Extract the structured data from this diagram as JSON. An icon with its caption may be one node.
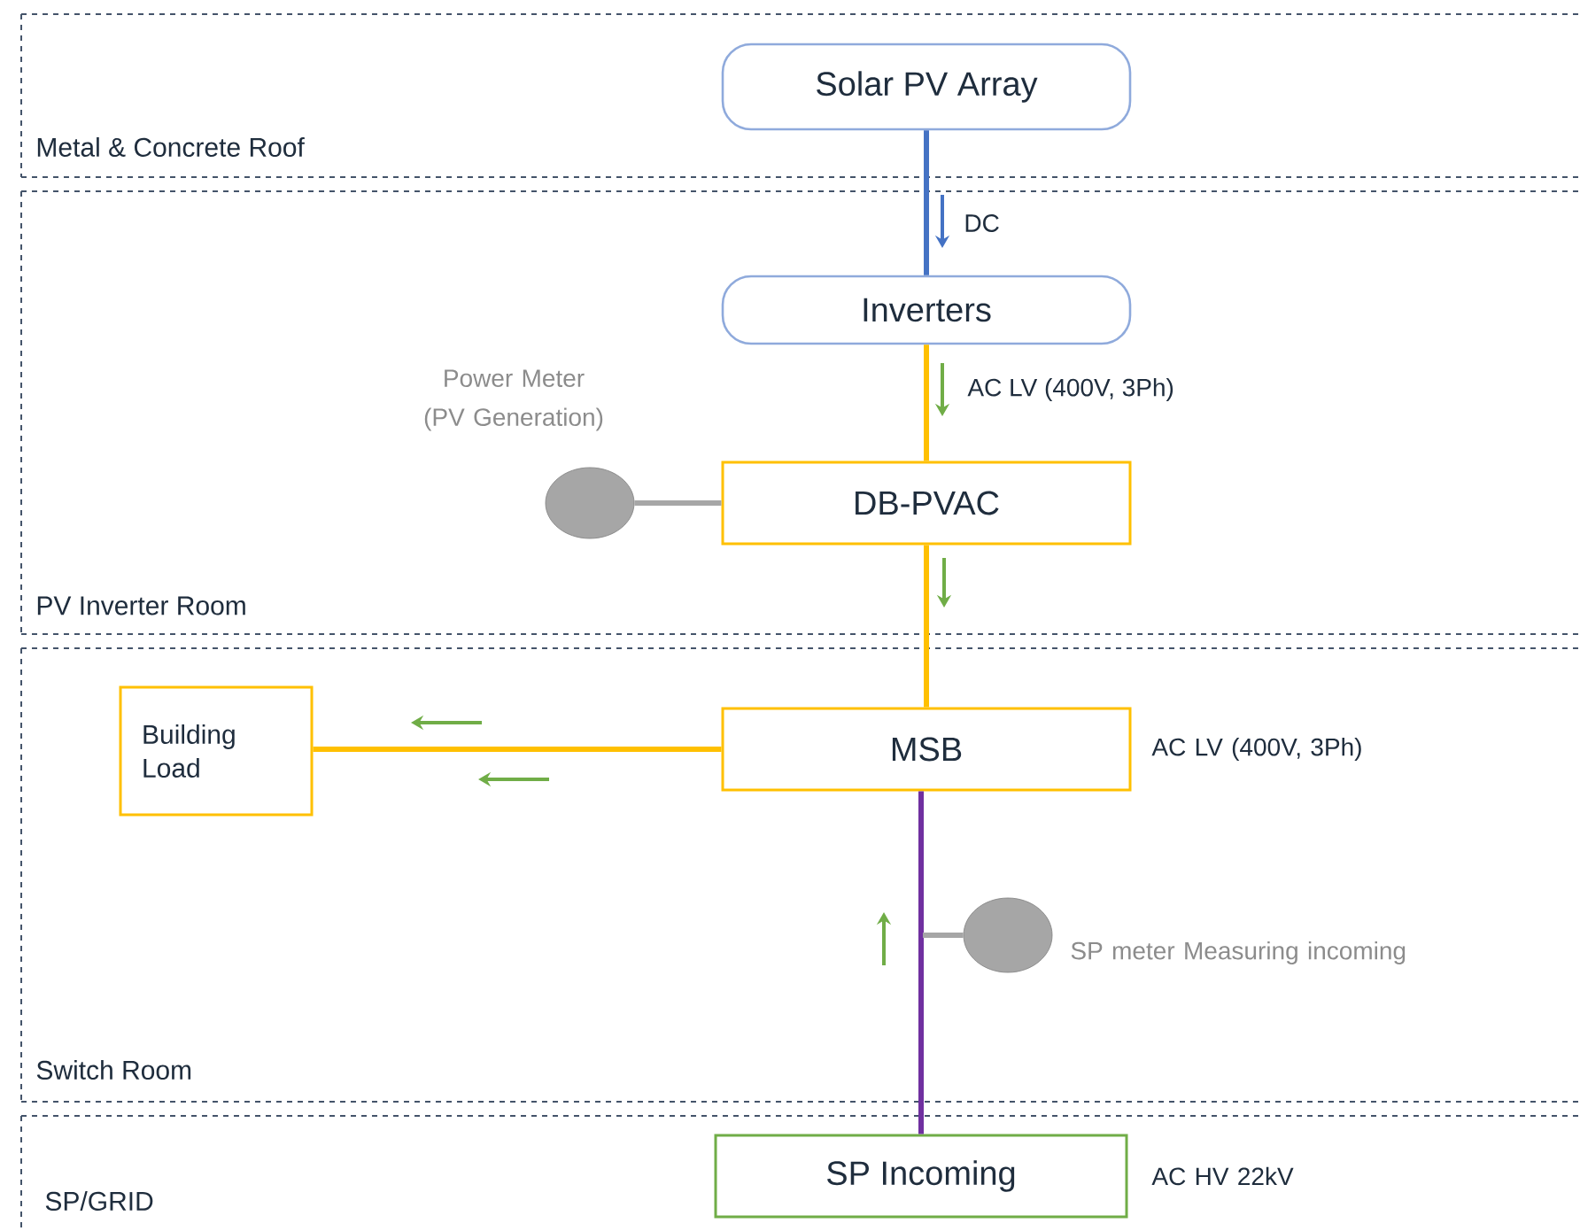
{
  "diagram": {
    "nodes": [
      {
        "text": [
          "Solar PV Array"
        ]
      },
      {
        "text": [
          "Inverters"
        ]
      },
      {
        "text": [
          "DB-PVAC"
        ]
      },
      {
        "text": [
          "MSB"
        ],
        "beside": [
          "AC LV (400V, 3Ph)"
        ]
      },
      {
        "text": [
          "Building Load"
        ]
      },
      {
        "text": [
          "SP Incoming"
        ],
        "beside": [
          "AC HV 22kV"
        ]
      },
      {
        "text": [],
        "shape": "circle",
        "beside": [
          "Power Meter (PV Generation)"
        ]
      },
      {
        "text": [],
        "shape": "circle",
        "beside": [
          "SP meter Measuring incoming"
        ]
      }
    ],
    "edges": [
      {
        "from": 0,
        "to": 1,
        "arrow": "none",
        "label": "DC",
        "color": "#4472c4"
      },
      {
        "from": 1,
        "to": 2,
        "arrow": "none",
        "label": "AC LV (400V, 3Ph)"
      },
      {
        "from": 2,
        "to": 3,
        "arrow": "none"
      },
      {
        "from": 3,
        "to": 4,
        "arrow": "none"
      },
      {
        "from": 5,
        "to": 3,
        "arrow": "none",
        "color": "#7030a0"
      },
      {
        "from": 6,
        "to": 2,
        "arrow": "none",
        "color": "#a6a6a6"
      },
      {
        "from": 7,
        "to": null,
        "arrow": "none",
        "color": "#a6a6a6"
      }
    ],
    "labels": [
      "Metal & Concrete Roof",
      "PV Inverter Room",
      "Switch Room",
      "SP/GRID"
    ]
  }
}
